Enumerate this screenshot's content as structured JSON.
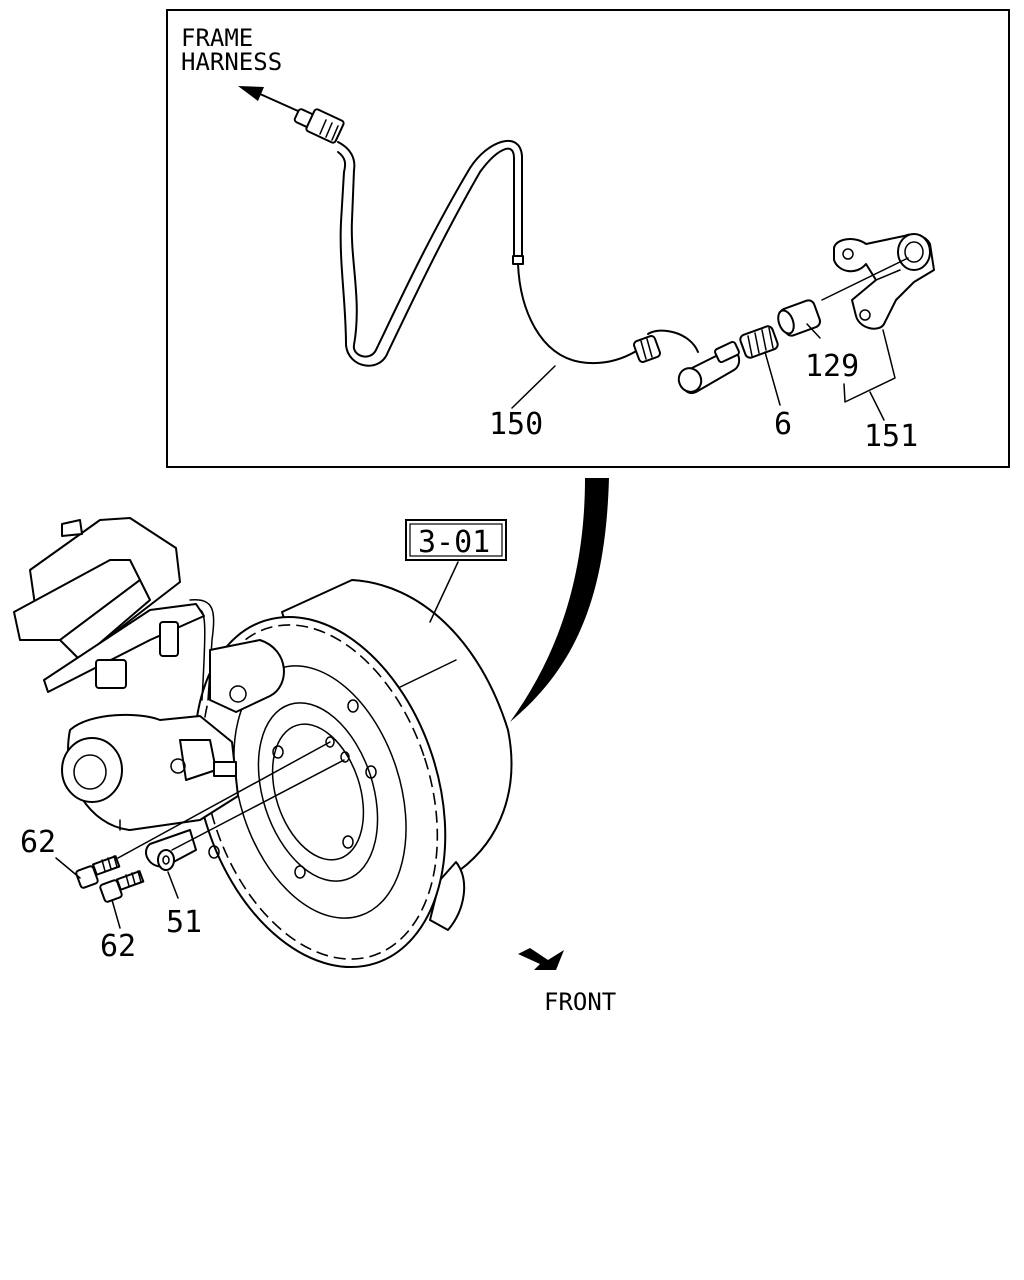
{
  "labels": {
    "frame_harness_line1": "FRAME",
    "frame_harness_line2": "HARNESS",
    "part_150": "150",
    "part_6": "6",
    "part_129": "129",
    "part_151": "151",
    "ref_box": "3-01",
    "part_62_top": "62",
    "part_62_bottom": "62",
    "part_51": "51",
    "front": "FRONT"
  },
  "colors": {
    "line": "#000000",
    "background": "#ffffff"
  }
}
